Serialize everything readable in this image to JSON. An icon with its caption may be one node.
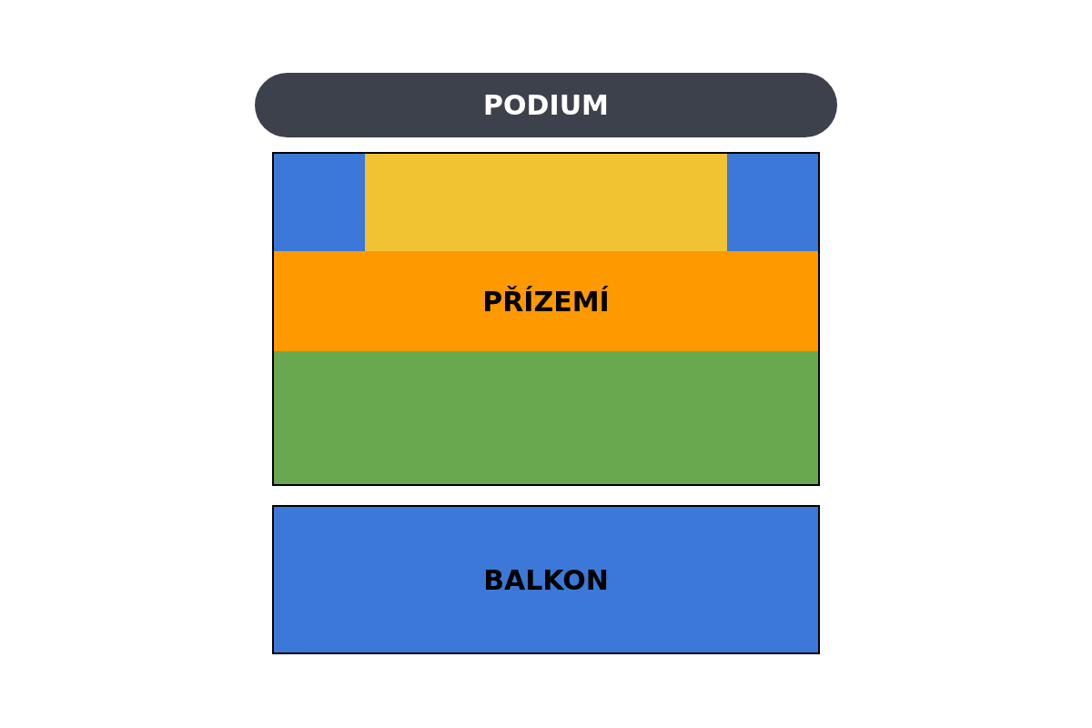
{
  "diagram": {
    "nodes": [
      {
        "text": [
          "PODIUM"
        ]
      },
      {
        "text": [],
        "shape": "box"
      },
      {
        "text": [],
        "shape": "box",
        "in": 1
      },
      {
        "text": [],
        "shape": "box",
        "in": 1
      },
      {
        "text": [],
        "shape": "box",
        "in": 1
      },
      {
        "text": [
          "PŘÍZEMÍ"
        ],
        "in": 1
      },
      {
        "text": [],
        "shape": "box",
        "in": 1
      },
      {
        "text": [
          "BALKON"
        ]
      }
    ]
  }
}
